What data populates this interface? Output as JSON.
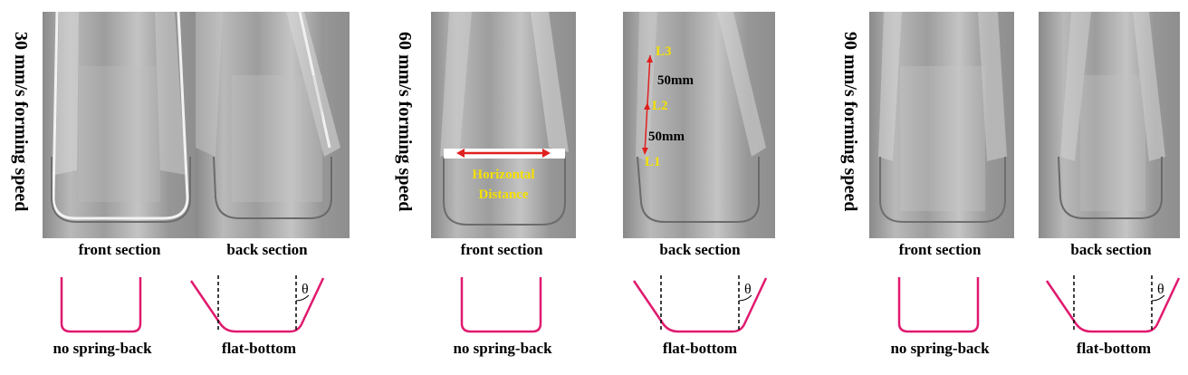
{
  "groups": [
    {
      "speed_label": "30 mm/s forming speed",
      "front_caption": "front section",
      "back_caption": "back section",
      "front_profile_caption": "no spring-back",
      "back_profile_caption": "flat-bottom",
      "theta": "θ"
    },
    {
      "speed_label": "60 mm/s forming speed",
      "front_caption": "front section",
      "back_caption": "back section",
      "front_profile_caption": "no spring-back",
      "back_profile_caption": "flat-bottom",
      "theta": "θ",
      "annotations": {
        "horizontal_distance_line1": "Horizontal",
        "horizontal_distance_line2": "Distance",
        "l1": "L1",
        "l2": "L2",
        "l3": "L3",
        "gap_upper": "50mm",
        "gap_lower": "50mm"
      }
    },
    {
      "speed_label": "90 mm/s forming speed",
      "front_caption": "front section",
      "back_caption": "back section",
      "front_profile_caption": "no spring-back",
      "back_profile_caption": "flat-bottom",
      "theta": "θ"
    }
  ],
  "colors": {
    "profile_line": "#e0196e",
    "annotation_text": "#f5e000",
    "arrow": "#e0201e",
    "photo_gray": "#a8a8a8"
  }
}
